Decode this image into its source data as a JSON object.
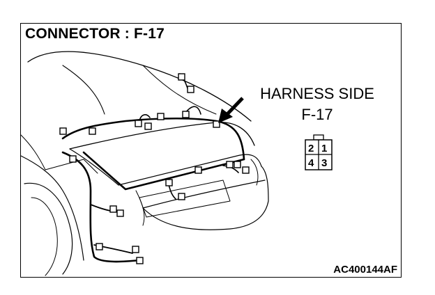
{
  "header": {
    "title": "CONNECTOR : F-17"
  },
  "harness": {
    "line1": "HARNESS SIDE",
    "line2": "F-17"
  },
  "connector_pins": [
    "2",
    "1",
    "4",
    "3"
  ],
  "figure_code": "AC400144AF",
  "icons": {
    "pointer": "arrow-icon"
  }
}
